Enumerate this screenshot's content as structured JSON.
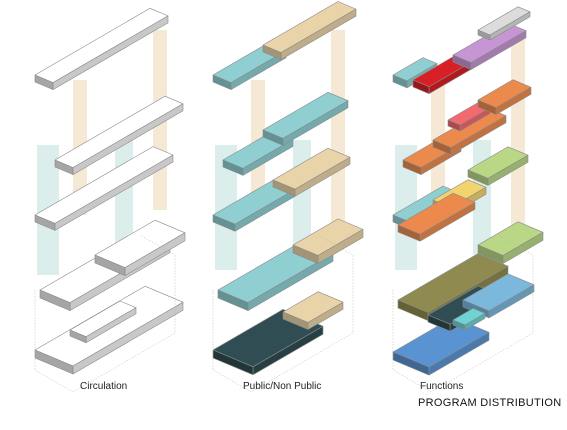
{
  "labels": {
    "circulation": "Circulation",
    "public_non_public": "Public/Non Public",
    "functions": "Functions",
    "title": "PROGRAM DISTRIBUTION"
  },
  "colors": {
    "outline": "#8a8a8a",
    "circulation_vertical": "#cfe8e6",
    "tan_vertical": "#f2e0c6",
    "teal": "#8fcfd2",
    "tan": "#e9d3a8",
    "dark": "#2f4d52",
    "orange": "#ec8a4e",
    "red": "#d81f26",
    "pink": "#f36a6e",
    "purple": "#c596d3",
    "grey": "#dcdcdc",
    "lime": "#b9d785",
    "yellow": "#f2d46e",
    "olive": "#8f8a4f",
    "blue": "#5a93d1",
    "sky": "#7bb8dc",
    "cyan": "#6fd3d3"
  }
}
